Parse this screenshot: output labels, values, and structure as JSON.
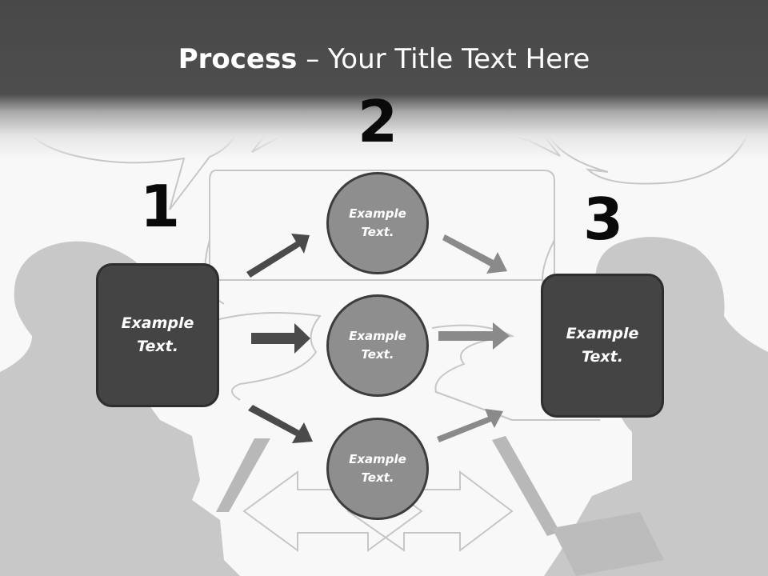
{
  "title": {
    "bold": "Process",
    "rest": " – Your Title Text Here"
  },
  "steps": {
    "one": "1",
    "two": "2",
    "three": "3"
  },
  "left_box": {
    "text": "Example Text."
  },
  "right_box": {
    "text": "Example Text."
  },
  "circles": [
    {
      "text": "Example Text."
    },
    {
      "text": "Example Text."
    },
    {
      "text": "Example Text."
    }
  ],
  "colors": {
    "header": "#4a4a4a",
    "box": "#444444",
    "circle": "#8e8e8e",
    "arrow_dark": "#4a4a4a",
    "arrow_light": "#8a8a8a",
    "silhouette": "#c8c8c8"
  }
}
